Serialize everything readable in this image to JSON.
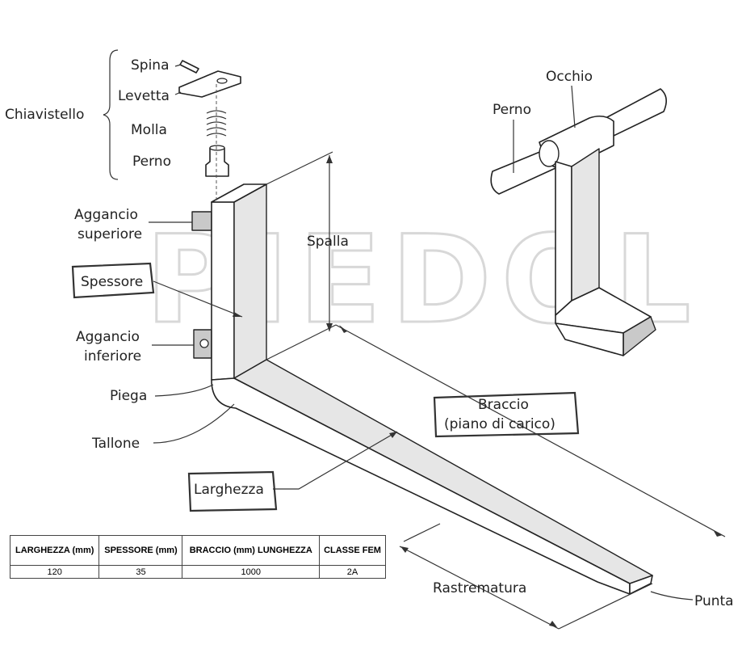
{
  "labels": {
    "spina": "Spina",
    "levetta": "Levetta",
    "chiavistello": "Chiavistello",
    "molla": "Molla",
    "perno_chiavistello": "Perno",
    "aggancio_superiore_1": "Aggancio",
    "aggancio_superiore_2": "superiore",
    "spessore": "Spessore",
    "aggancio_inferiore_1": "Aggancio",
    "aggancio_inferiore_2": "inferiore",
    "piega": "Piega",
    "tallone": "Tallone",
    "larghezza": "Larghezza",
    "spalla": "Spalla",
    "braccio_1": "Braccio",
    "braccio_2": "(piano di carico)",
    "rastrematura": "Rastrematura",
    "punta": "Punta",
    "perno": "Perno",
    "occhio": "Occhio"
  },
  "watermark": "PIEDOL",
  "table": {
    "headers": [
      "LARGHEZZA (mm)",
      "SPESSORE (mm)",
      "BRACCIO (mm) LUNGHEZZA",
      "CLASSE FEM"
    ],
    "rows": [
      [
        "120",
        "35",
        "1000",
        "2A"
      ]
    ]
  },
  "colors": {
    "line": "#333333",
    "watermark": "#d8d8d8",
    "background": "#ffffff"
  }
}
